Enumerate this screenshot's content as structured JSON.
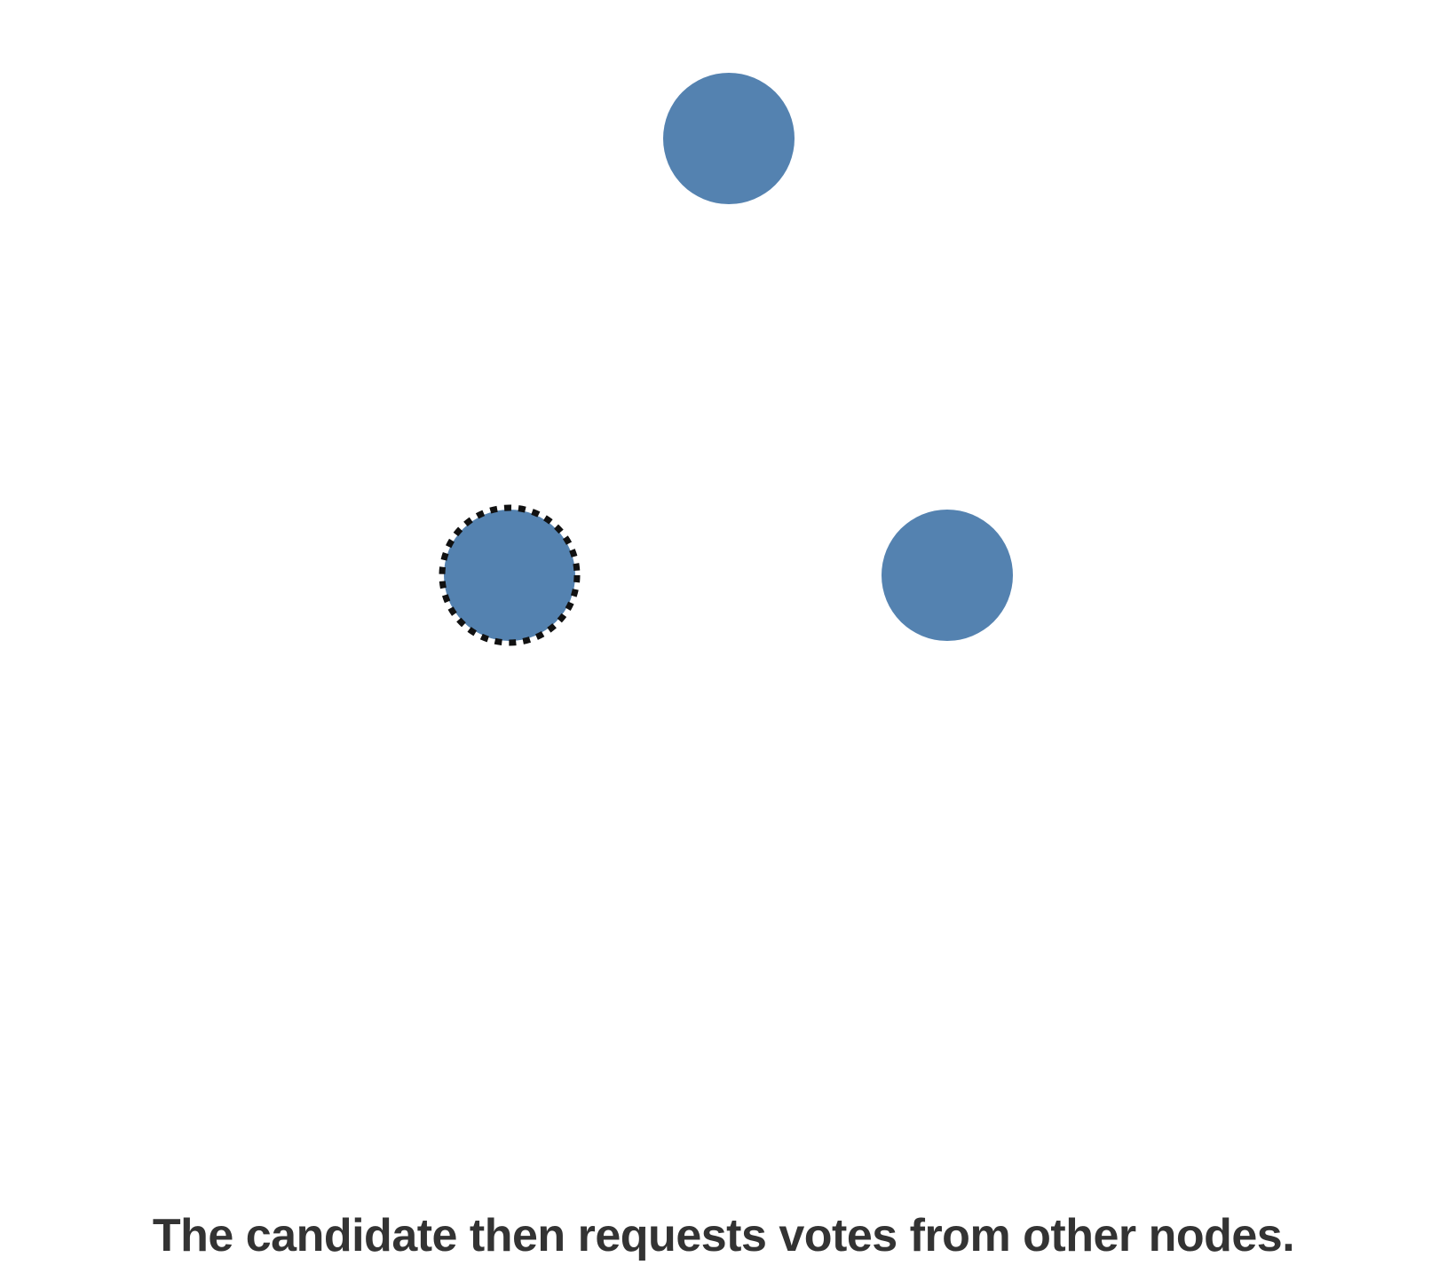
{
  "caption": "The candidate then requests votes from other nodes.",
  "colors": {
    "node_fill": "#5482b0",
    "candidate_outline": "#111111",
    "caption_text": "#333333",
    "background": "#ffffff"
  },
  "nodes": [
    {
      "id": "node-top",
      "role": "follower"
    },
    {
      "id": "node-left",
      "role": "candidate"
    },
    {
      "id": "node-right",
      "role": "follower"
    }
  ]
}
